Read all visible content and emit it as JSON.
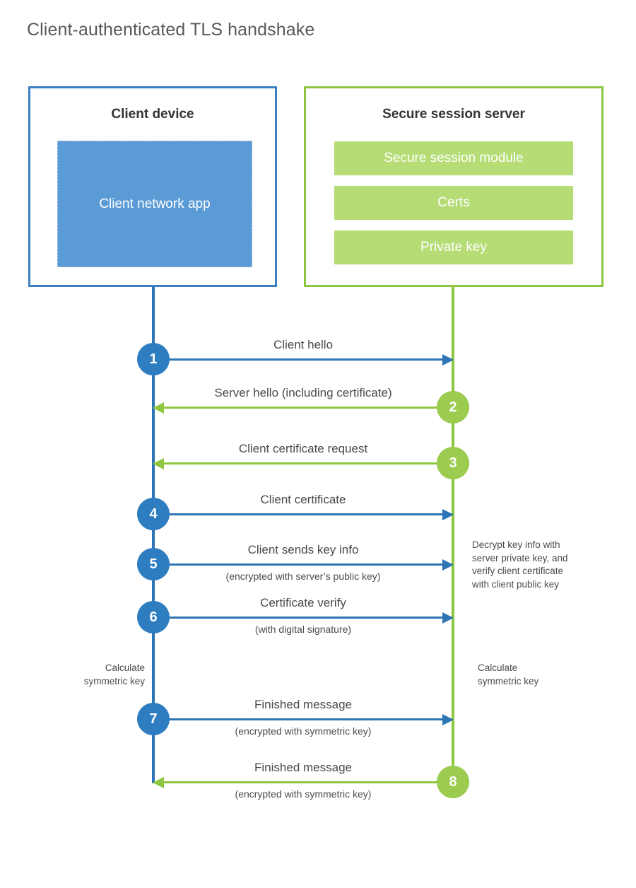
{
  "title": "Client-authenticated TLS handshake",
  "colors": {
    "client_border": "#3A7FC1",
    "client_fill": "#5B9BD5",
    "client_line": "#2E75B6",
    "client_circle": "#2E7DC0",
    "server_border": "#8DC63F",
    "server_fill": "#B5DC75",
    "server_line": "#8DC63F",
    "server_circle": "#9BCB4F",
    "title_text": "#595959",
    "body_text": "#4a4a4a"
  },
  "client": {
    "title": "Client device",
    "app_label": "Client network app"
  },
  "server": {
    "title": "Secure session server",
    "components": [
      {
        "label": "Secure session module"
      },
      {
        "label": "Certs"
      },
      {
        "label": "Private key"
      }
    ]
  },
  "steps": [
    {
      "number": "1",
      "label": "Client hello",
      "sublabel": "",
      "direction": "client-to-server",
      "circle_side": "client"
    },
    {
      "number": "2",
      "label": "Server hello (including certificate)",
      "sublabel": "",
      "direction": "server-to-client",
      "circle_side": "server"
    },
    {
      "number": "3",
      "label": "Client certificate request",
      "sublabel": "",
      "direction": "server-to-client",
      "circle_side": "server"
    },
    {
      "number": "4",
      "label": "Client certificate",
      "sublabel": "",
      "direction": "client-to-server",
      "circle_side": "client"
    },
    {
      "number": "5",
      "label": "Client sends key info",
      "sublabel": "(encrypted with server’s public key)",
      "direction": "client-to-server",
      "circle_side": "client"
    },
    {
      "number": "6",
      "label": "Certificate verify",
      "sublabel": "(with digital signature)",
      "direction": "client-to-server",
      "circle_side": "client"
    },
    {
      "number": "7",
      "label": "Finished message",
      "sublabel": "(encrypted with symmetric key)",
      "direction": "client-to-server",
      "circle_side": "client"
    },
    {
      "number": "8",
      "label": "Finished message",
      "sublabel": "(encrypted with symmetric key)",
      "direction": "server-to-client",
      "circle_side": "server"
    }
  ],
  "notes": {
    "server_decrypt": {
      "lines": [
        "Decrypt key info with",
        "server private key, and",
        "verify client certificate",
        "with client public key"
      ]
    },
    "client_calculate": {
      "lines": [
        "Calculate",
        "symmetric key"
      ]
    },
    "server_calculate": {
      "lines": [
        "Calculate",
        "symmetric key"
      ]
    }
  }
}
